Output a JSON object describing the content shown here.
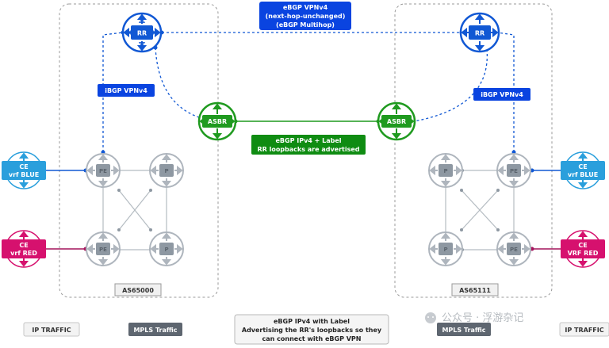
{
  "diagram": {
    "left_as": {
      "label": "AS65000"
    },
    "right_as": {
      "label": "AS65111"
    },
    "nodes": {
      "rr_left": "RR",
      "rr_right": "RR",
      "asbr_left": "ASBR",
      "asbr_right": "ASBR",
      "pe_left_top": "PE",
      "p_left_top": "P",
      "pe_left_bottom": "PE",
      "p_left_bottom": "P",
      "p_right_top": "P",
      "pe_right_top": "PE",
      "p_right_bottom": "P",
      "pe_right_bottom": "PE",
      "ce_left_blue": [
        "CE",
        "vrf BLUE"
      ],
      "ce_left_red": [
        "CE",
        "vrf RED"
      ],
      "ce_right_blue": [
        "CE",
        "vrf BLUE"
      ],
      "ce_right_red": [
        "CE",
        "VRF RED"
      ]
    },
    "labels": {
      "ebgp_vpnv4": [
        "eBGP VPNv4",
        "(next-hop-unchanged)",
        "(eBGP Multihop)"
      ],
      "ibgp_left": "iBGP VPNv4",
      "ibgp_right": "iBGP VPNv4",
      "ebgp_ipv4_label": [
        "eBGP IPv4 + Label",
        "RR loopbacks are advertised"
      ]
    },
    "legend": {
      "ip_left": "IP TRAFFIC",
      "mpls_left": "MPLS Traffic",
      "note": [
        "eBGP IPv4 with Label",
        "Advertising the RR's loopbacks so they",
        "can connect with eBGP VPN"
      ],
      "mpls_right": "MPLS Traffic",
      "ip_right": "IP TRAFFIC"
    },
    "watermark": "公众号 · 浮游杂记",
    "colors": {
      "blue_dark": "#1158d4",
      "blue_badge": "#0a44e0",
      "green": "#1f9a1f",
      "green_badge": "#0f8c12",
      "ce_blue": "#2a9fdc",
      "ce_red": "#d6116e",
      "router_gray": "#aeb5bd",
      "router_core": "#8e98a2",
      "legend_dark": "#5e6670"
    }
  }
}
